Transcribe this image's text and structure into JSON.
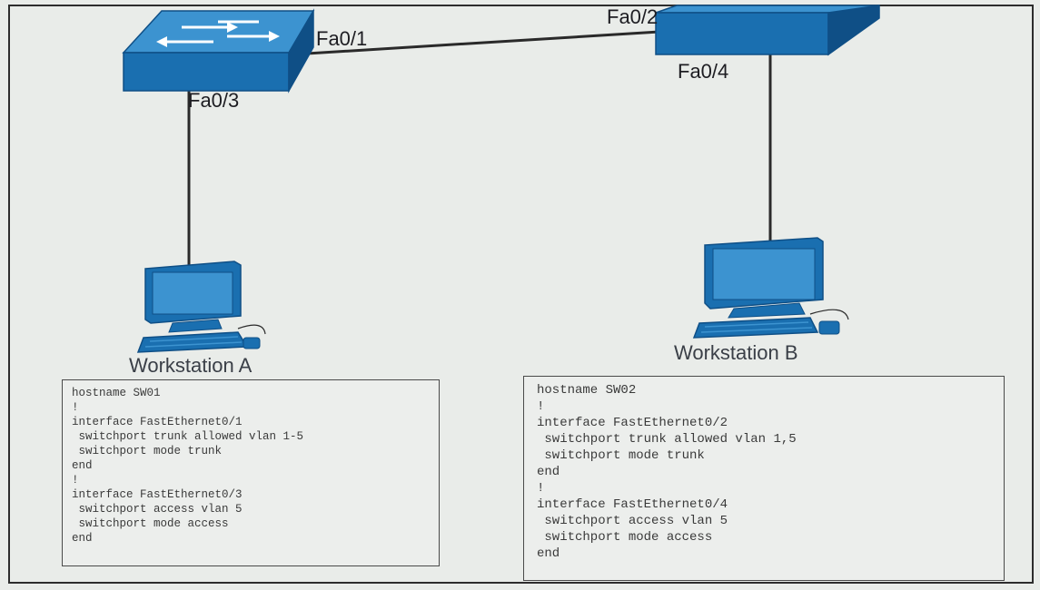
{
  "switch_left": {
    "ports": {
      "uplink": "Fa0/1",
      "access": "Fa0/3"
    }
  },
  "switch_right": {
    "ports": {
      "uplink": "Fa0/2",
      "access": "Fa0/4"
    }
  },
  "workstation_a": {
    "label": "Workstation A"
  },
  "workstation_b": {
    "label": "Workstation B"
  },
  "config_sw01": {
    "lines": [
      "hostname SW01",
      "!",
      "interface FastEthernet0/1",
      " switchport trunk allowed vlan 1-5",
      " switchport mode trunk",
      "end",
      "!",
      "interface FastEthernet0/3",
      " switchport access vlan 5",
      " switchport mode access",
      "end"
    ]
  },
  "config_sw02": {
    "lines": [
      "hostname SW02",
      "!",
      "interface FastEthernet0/2",
      " switchport trunk allowed vlan 1,5",
      " switchport mode trunk",
      "end",
      "!",
      "interface FastEthernet0/4",
      " switchport access vlan 5",
      " switchport mode access",
      "end"
    ]
  },
  "colors": {
    "device_blue": "#1a6fb0",
    "device_dark": "#0f4f86",
    "device_light": "#3c93d0",
    "link": "#2a2a2a"
  }
}
